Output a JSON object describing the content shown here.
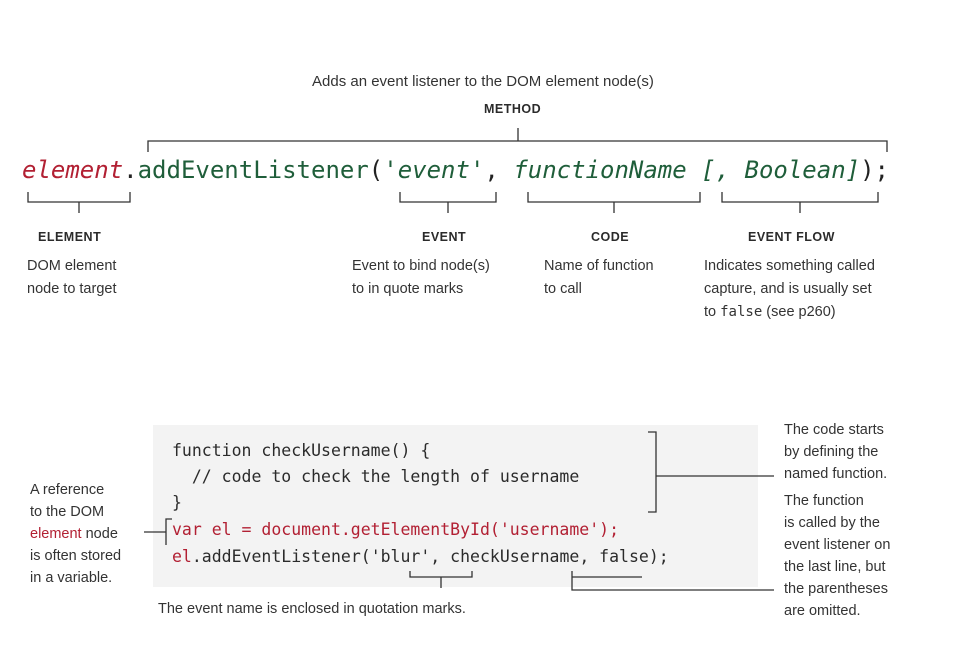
{
  "method": {
    "caption": "Adds an event listener to the DOM element node(s)",
    "header": "METHOD"
  },
  "syntax": {
    "element": "element",
    "dot": ".",
    "method_name": "addEventListener",
    "open": "(",
    "event_arg": "'event'",
    "comma": ", ",
    "function_arg": "functionName",
    "space": " ",
    "optional_arg": "[, Boolean]",
    "close": ");"
  },
  "labels": {
    "element": {
      "header": "ELEMENT",
      "line1": "DOM element",
      "line2": "node to target"
    },
    "event": {
      "header": "EVENT",
      "line1": "Event to bind node(s)",
      "line2": "to in quote marks"
    },
    "code": {
      "header": "CODE",
      "line1": "Name of function",
      "line2": "to call"
    },
    "flow": {
      "header": "EVENT FLOW",
      "line1": "Indicates something called",
      "line2": "capture, and is usually set",
      "line3_pre": "to ",
      "line3_code": "false",
      "line3_post": " (see p260)"
    }
  },
  "example": {
    "line1": "function checkUsername() {",
    "line2": "  // code to check the length of username",
    "line3": "}",
    "line4_var": "var el = ",
    "line4_call": "document.getElementById('username');",
    "line5_el": "el",
    "line5_rest_a": ".addEventListener(",
    "line5_blur": "'blur'",
    "line5_comma": ", ",
    "line5_fn": "checkUsername",
    "line5_rest_b": ", false);"
  },
  "notes": {
    "left": {
      "l1": "A reference",
      "l2": "to the DOM",
      "l3_red": "element",
      "l3_rest": " node",
      "l4": "is often stored",
      "l5": "in a variable."
    },
    "right_top": {
      "l1": "The code starts",
      "l2": "by defining the",
      "l3": "named function."
    },
    "right_bottom": {
      "l1": "The function",
      "l2": "is called by the",
      "l3": "event listener on",
      "l4": "the last line, but",
      "l5": "the parentheses",
      "l6": "are omitted."
    },
    "bottom": "The event name is enclosed in quotation marks."
  },
  "colors": {
    "element_red": "#b22033",
    "method_green": "#1f5e3a",
    "code_bg": "#f3f3f3"
  }
}
